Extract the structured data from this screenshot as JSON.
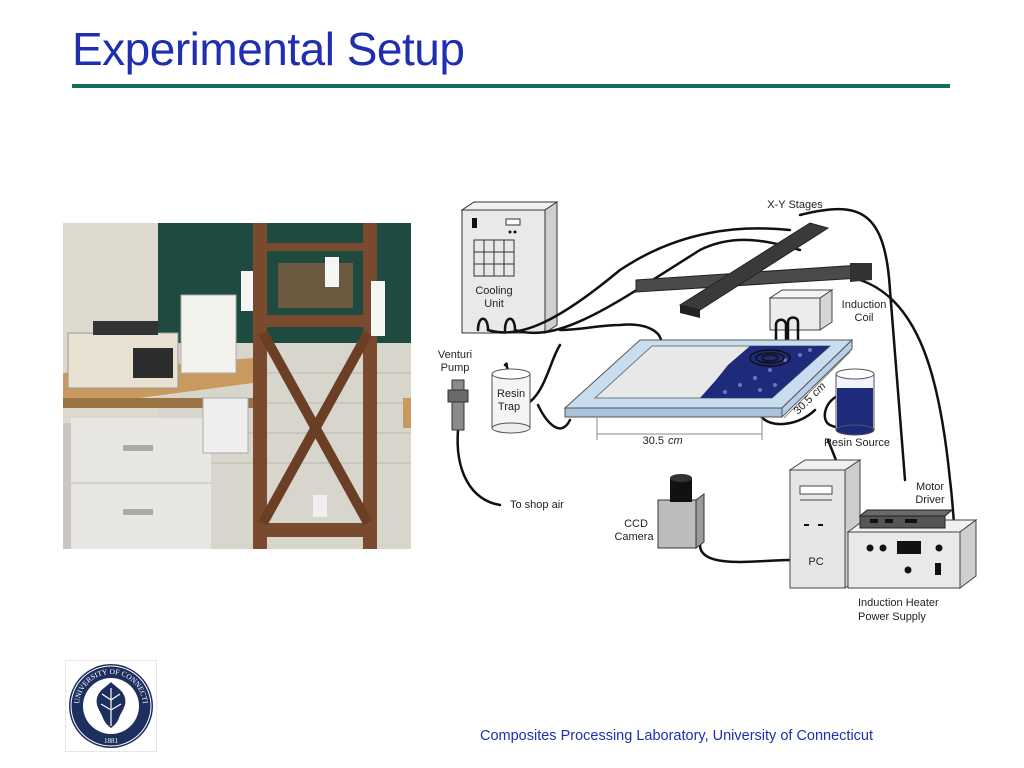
{
  "slide": {
    "title": "Experimental Setup",
    "footer": "Composites Processing Laboratory, University of Connecticut"
  },
  "diagram": {
    "labels": {
      "cooling_unit_1": "Cooling",
      "cooling_unit_2": "Unit",
      "xy_stages": "X-Y Stages",
      "induction_coil_1": "Induction",
      "induction_coil_2": "Coil",
      "venturi_pump_1": "Venturi",
      "venturi_pump_2": "Pump",
      "resin_trap_1": "Resin",
      "resin_trap_2": "Trap",
      "dim_width": "30.5",
      "dim_width_unit": "cm",
      "dim_depth": "30.5",
      "dim_depth_unit": "cm",
      "resin_source": "Resin Source",
      "to_shop_air": "To shop air",
      "ccd_camera_1": "CCD",
      "ccd_camera_2": "Camera",
      "motor_driver_1": "Motor",
      "motor_driver_2": "Driver",
      "pc": "PC",
      "power_supply_1": "Induction Heater",
      "power_supply_2": "Power Supply"
    }
  },
  "logo": {
    "ring_text": "UNIVERSITY OF CONNECTICUT",
    "year": "1881"
  },
  "colors": {
    "title": "#1f2fb0",
    "rule": "#0f6f5c",
    "mold": "#c9ddf0",
    "resin": "#1e2a7a"
  }
}
